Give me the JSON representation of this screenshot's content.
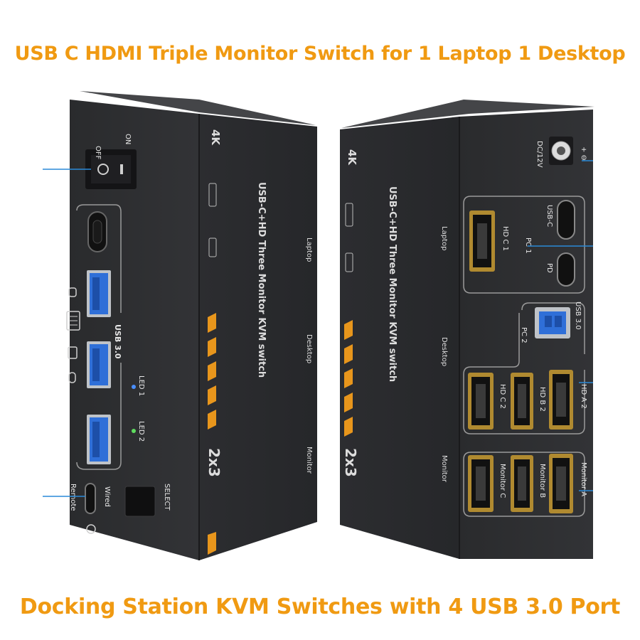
{
  "headline_top": "USB C HDMI Triple Monitor Switch for 1 Laptop 1 Desktop",
  "headline_bottom": "Docking Station KVM Switches with 4 USB 3.0 Port",
  "colors": {
    "headline": "#f09a12",
    "device_body": "#2b2c2e",
    "device_top": "#3a3b3e",
    "usb3_blue": "#2f6fd8",
    "callout_line": "#2a8ad8",
    "accent_stripes": "#e8961c"
  },
  "front_panel": {
    "power_off": "OFF",
    "power_on": "ON",
    "usb_label": "USB 3.0",
    "led1": "LED 1",
    "led2": "LED 2",
    "wired": "Wired",
    "remote": "Remote",
    "select": "SELECT",
    "side_4k": "4K",
    "side_model": "2x3",
    "side_desc": "USB-C+HD Three Monitor KVM switch",
    "laptop": "Laptop",
    "desktop": "Desktop",
    "monitor": "Monitor"
  },
  "rear_panel": {
    "dc_label": "DC/12V",
    "hd_c1": "HD C 1",
    "pc1": "PC 1",
    "usbc": "USB-C",
    "pd": "PD",
    "pc2": "PC 2",
    "usb30": "USB 3.0",
    "hd_c2": "HD C 2",
    "hd_b2": "HD B 2",
    "hd_a2": "HD A 2",
    "monitor_c": "Monitor C",
    "monitor_b": "Monitor B",
    "monitor_a": "Monitor A",
    "side_4k": "4K",
    "side_model": "2x3",
    "side_desc": "USB-C+HD Three Monitor KVM switch",
    "laptop": "Laptop",
    "desktop": "Desktop",
    "monitor": "Monitor"
  }
}
